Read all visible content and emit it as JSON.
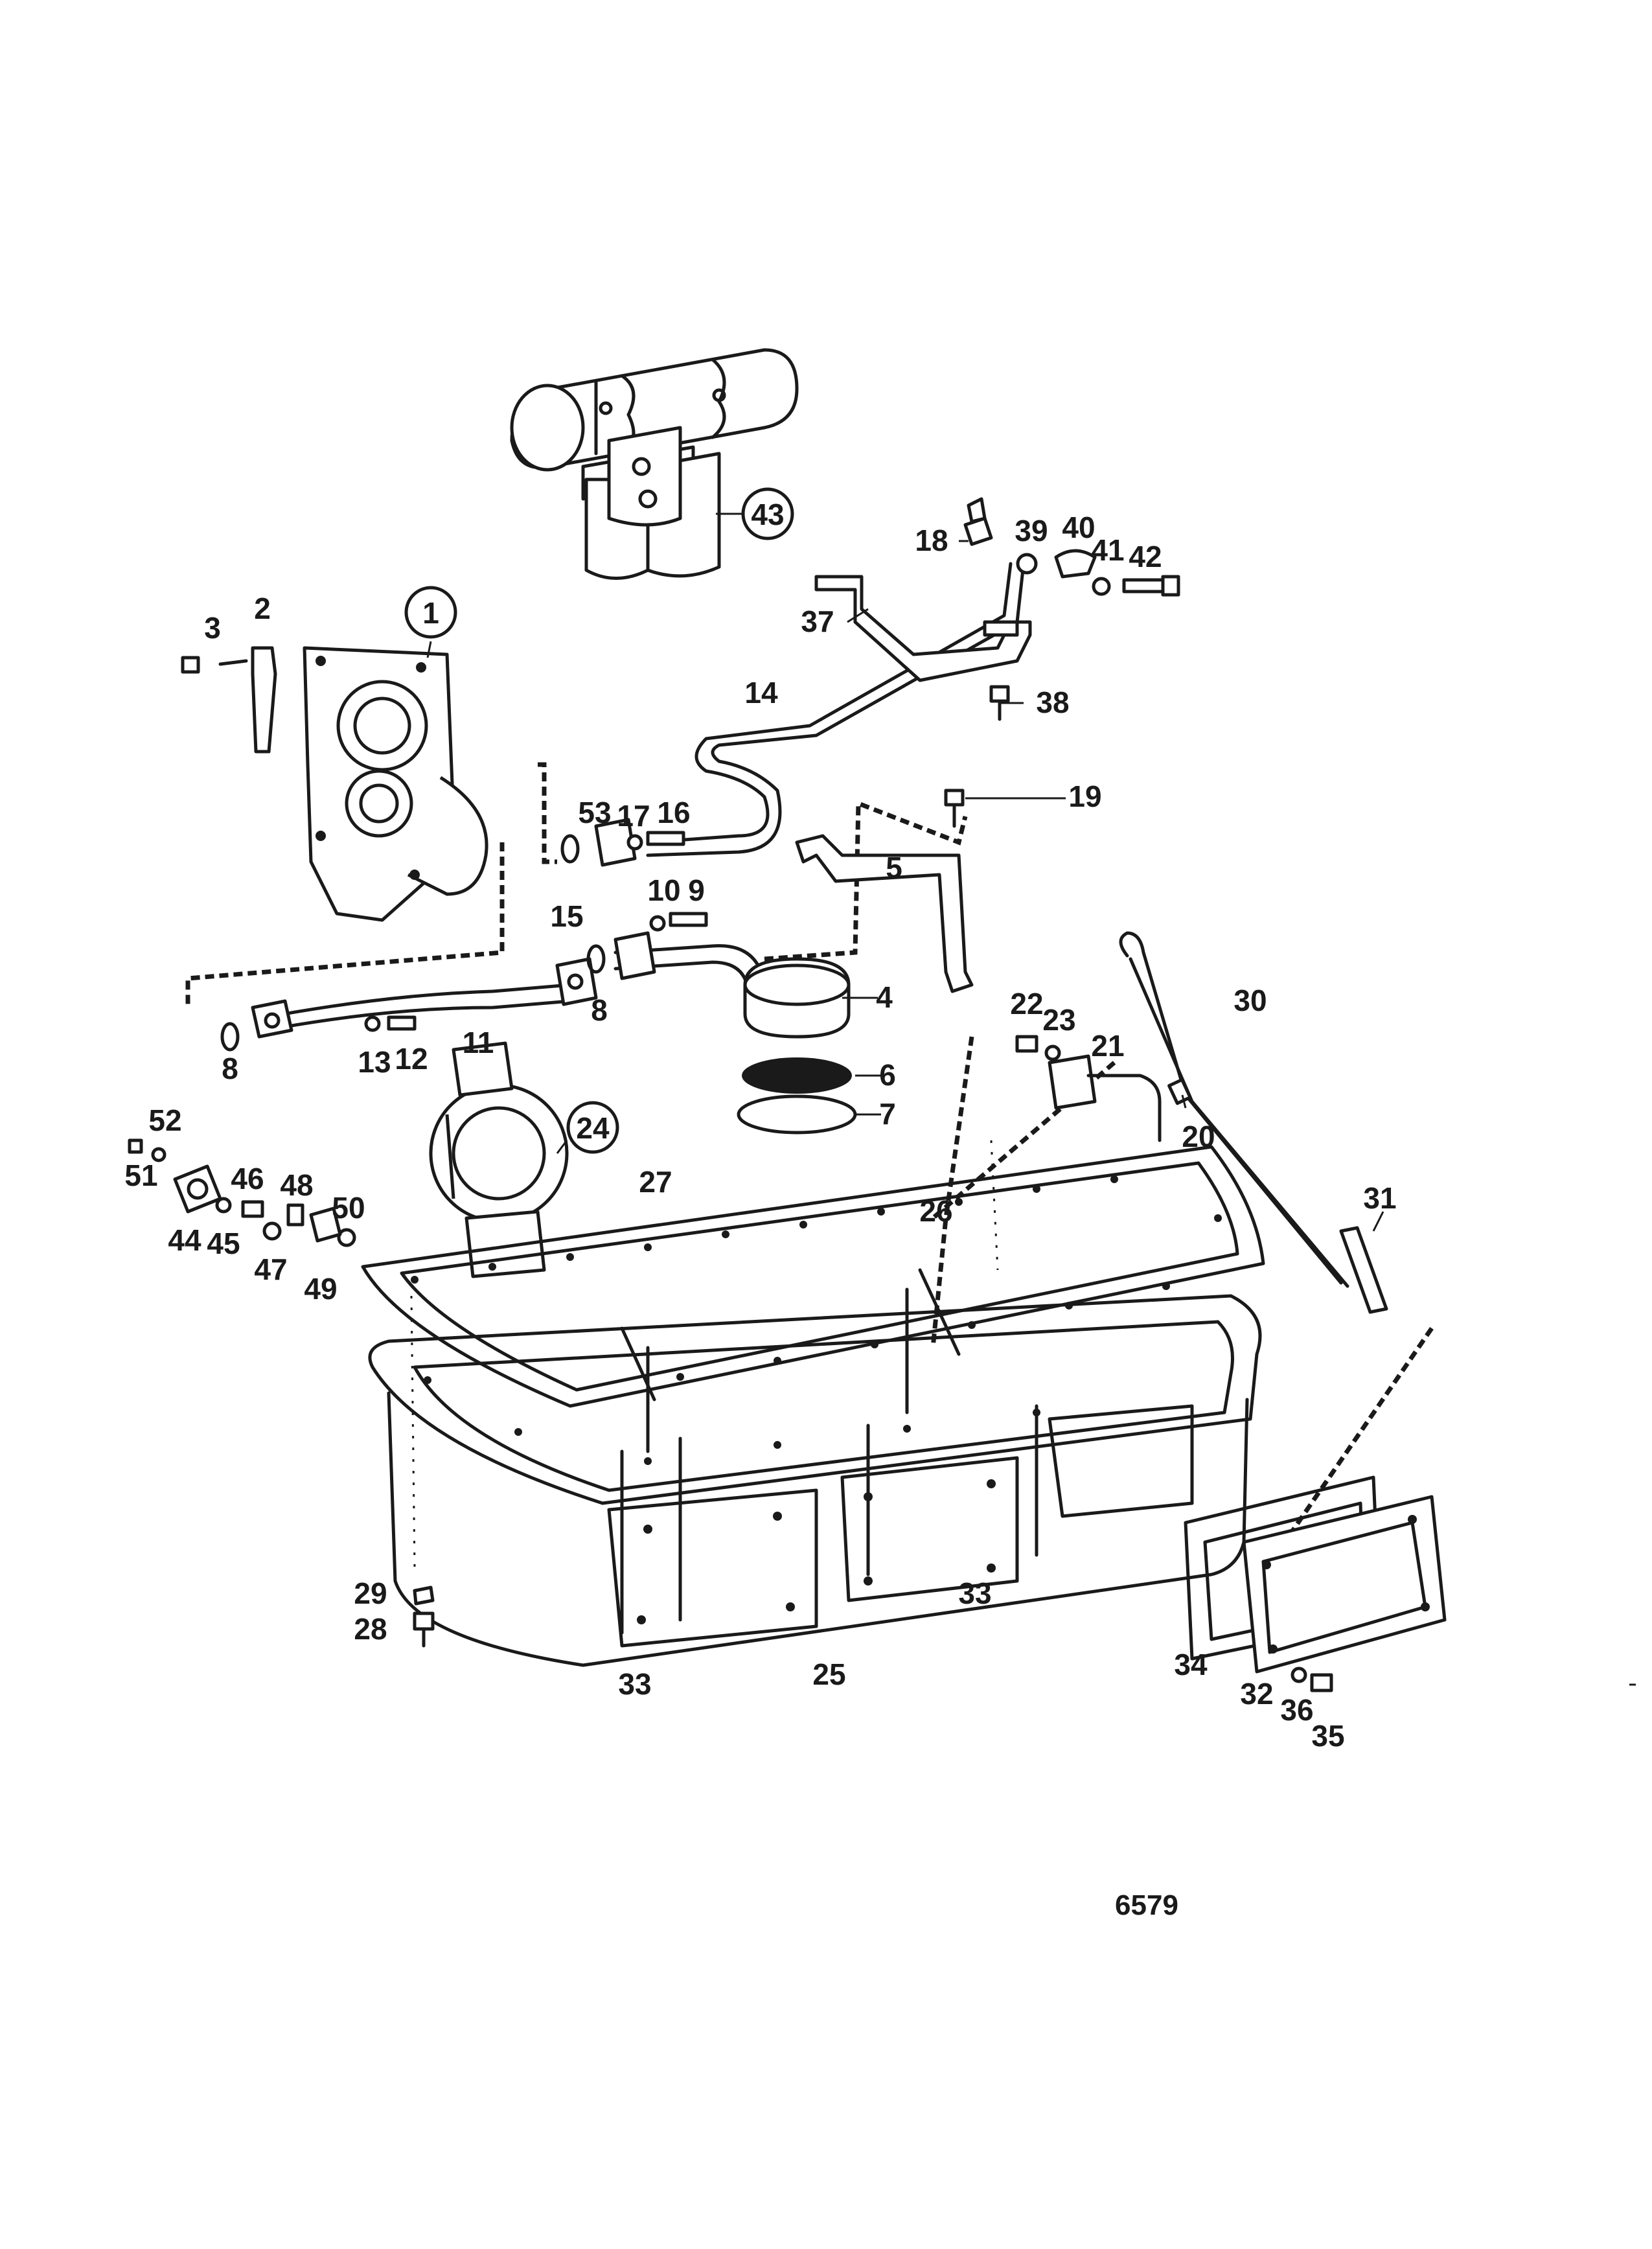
{
  "figure_number": "6579",
  "callouts": [
    {
      "id": "c1",
      "label": "1",
      "circled": true
    },
    {
      "id": "c2",
      "label": "2"
    },
    {
      "id": "c3",
      "label": "3"
    },
    {
      "id": "c4",
      "label": "4"
    },
    {
      "id": "c5",
      "label": "5"
    },
    {
      "id": "c6",
      "label": "6"
    },
    {
      "id": "c7",
      "label": "7"
    },
    {
      "id": "c8a",
      "label": "8"
    },
    {
      "id": "c8b",
      "label": "8"
    },
    {
      "id": "c9",
      "label": "9"
    },
    {
      "id": "c10",
      "label": "10"
    },
    {
      "id": "c11",
      "label": "11"
    },
    {
      "id": "c12",
      "label": "12"
    },
    {
      "id": "c13",
      "label": "13"
    },
    {
      "id": "c14",
      "label": "14"
    },
    {
      "id": "c15",
      "label": "15"
    },
    {
      "id": "c16",
      "label": "16"
    },
    {
      "id": "c17",
      "label": "17"
    },
    {
      "id": "c18",
      "label": "18"
    },
    {
      "id": "c19",
      "label": "19"
    },
    {
      "id": "c20",
      "label": "20"
    },
    {
      "id": "c21",
      "label": "21"
    },
    {
      "id": "c22",
      "label": "22"
    },
    {
      "id": "c23",
      "label": "23"
    },
    {
      "id": "c24",
      "label": "24",
      "circled": true
    },
    {
      "id": "c25",
      "label": "25"
    },
    {
      "id": "c26",
      "label": "26"
    },
    {
      "id": "c27",
      "label": "27"
    },
    {
      "id": "c28",
      "label": "28"
    },
    {
      "id": "c29",
      "label": "29"
    },
    {
      "id": "c30",
      "label": "30"
    },
    {
      "id": "c31",
      "label": "31"
    },
    {
      "id": "c32",
      "label": "32"
    },
    {
      "id": "c33a",
      "label": "33"
    },
    {
      "id": "c33b",
      "label": "33"
    },
    {
      "id": "c34",
      "label": "34"
    },
    {
      "id": "c35",
      "label": "35"
    },
    {
      "id": "c36",
      "label": "36"
    },
    {
      "id": "c37",
      "label": "37"
    },
    {
      "id": "c38",
      "label": "38"
    },
    {
      "id": "c39",
      "label": "39"
    },
    {
      "id": "c40",
      "label": "40"
    },
    {
      "id": "c41",
      "label": "41"
    },
    {
      "id": "c42",
      "label": "42"
    },
    {
      "id": "c43",
      "label": "43",
      "circled": true
    },
    {
      "id": "c44",
      "label": "44"
    },
    {
      "id": "c45",
      "label": "45"
    },
    {
      "id": "c46",
      "label": "46"
    },
    {
      "id": "c47",
      "label": "47"
    },
    {
      "id": "c48",
      "label": "48"
    },
    {
      "id": "c49",
      "label": "49"
    },
    {
      "id": "c50",
      "label": "50"
    },
    {
      "id": "c51",
      "label": "51"
    },
    {
      "id": "c52",
      "label": "52"
    },
    {
      "id": "c53",
      "label": "53"
    }
  ]
}
